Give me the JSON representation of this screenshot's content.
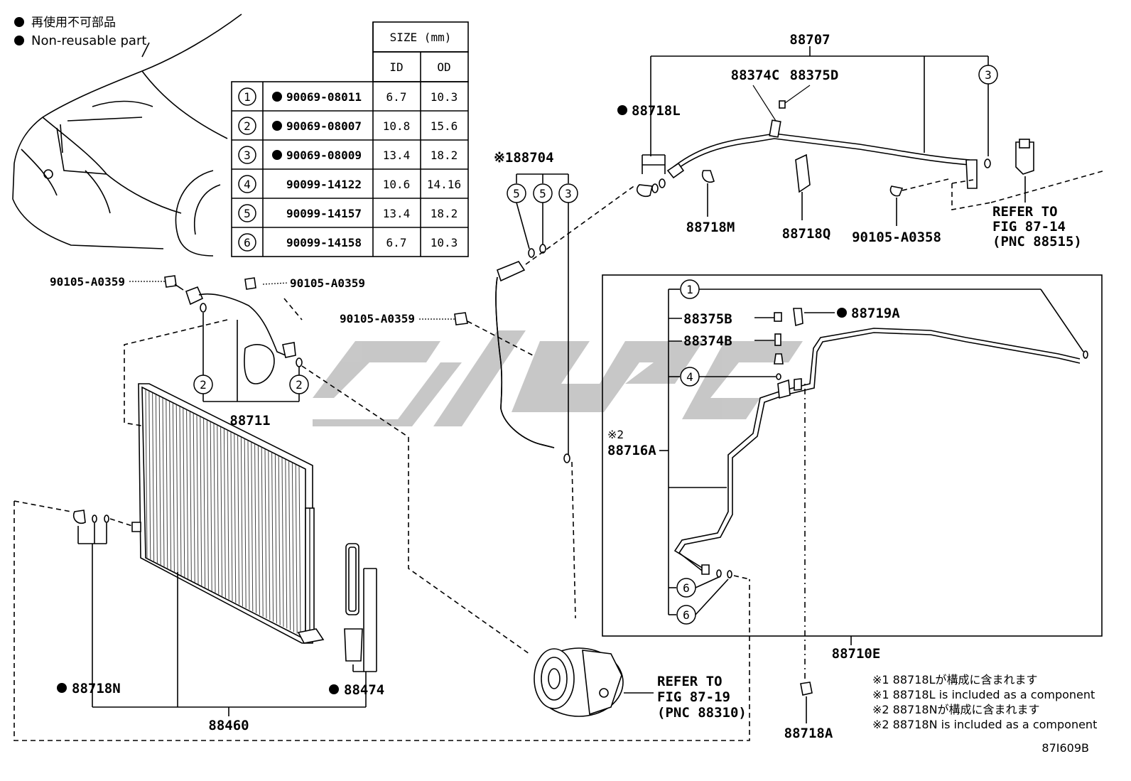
{
  "legend": {
    "jp": "再使用不可部品",
    "en": "Non-reusable part"
  },
  "table": {
    "size_header": "SIZE (mm)",
    "col_id": "ID",
    "col_od": "OD",
    "rows": [
      {
        "num": "1",
        "part": "90069-08011",
        "id": "6.7",
        "od": "10.3",
        "nonreusable": true
      },
      {
        "num": "2",
        "part": "90069-08007",
        "id": "10.8",
        "od": "15.6",
        "nonreusable": true
      },
      {
        "num": "3",
        "part": "90069-08009",
        "id": "13.4",
        "od": "18.2",
        "nonreusable": true
      },
      {
        "num": "4",
        "part": "90099-14122",
        "id": "10.6",
        "od": "14.16",
        "nonreusable": false
      },
      {
        "num": "5",
        "part": "90099-14157",
        "id": "13.4",
        "od": "18.2",
        "nonreusable": false
      },
      {
        "num": "6",
        "part": "90099-14158",
        "id": "6.7",
        "od": "10.3",
        "nonreusable": false
      }
    ]
  },
  "labels": {
    "p88707": "88707",
    "p88374C": "88374C",
    "p88375D": "88375D",
    "p88718L": "88718L",
    "p88704": "※188704",
    "p88718M": "88718M",
    "p88718Q": "88718Q",
    "p90105_A0358": "90105-A0358",
    "refer1_l1": "REFER TO",
    "refer1_l2": "FIG 87-14",
    "refer1_l3": "(PNC 88515)",
    "bolt1": "90105-A0359",
    "bolt2": "90105-A0359",
    "bolt3": "90105-A0359",
    "p88711": "88711",
    "p88375B": "88375B",
    "p88374B": "88374B",
    "p88719A": "88719A",
    "p88716A_mark": "※2",
    "p88716A": "88716A",
    "p88710E": "88710E",
    "p88718N": "88718N",
    "p88474": "88474",
    "p88460": "88460",
    "p88718A": "88718A",
    "refer2_l1": "REFER TO",
    "refer2_l2": "FIG 87-19",
    "refer2_l3": "(PNC 88310)",
    "diagram_code": "87I609B"
  },
  "notes": [
    "※1 88718Lが構成に含まれます",
    "※1 88718L is included as a component",
    "※2 88718Nが構成に含まれます",
    "※2 88718N is included as a component"
  ]
}
